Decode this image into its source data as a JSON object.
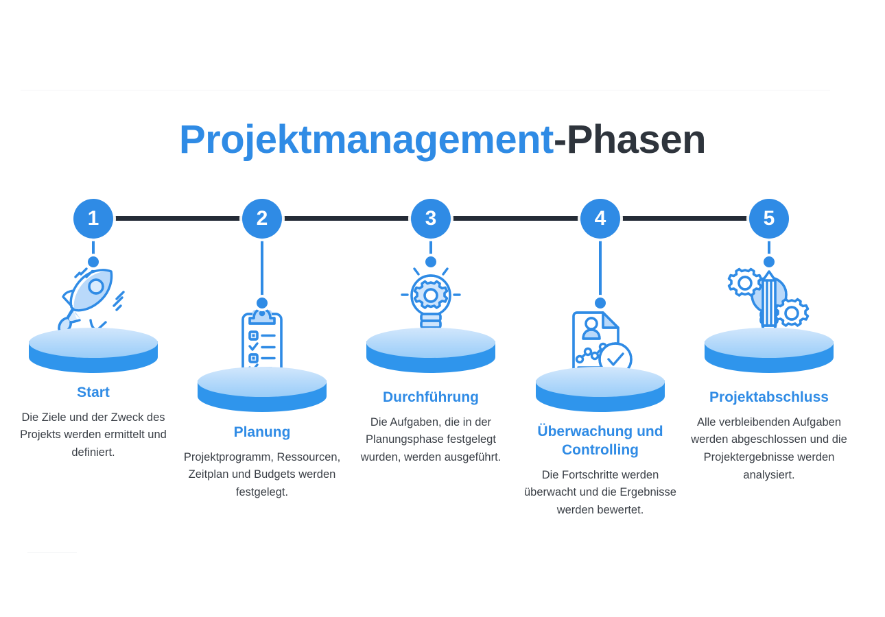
{
  "title": {
    "brand": "Projektmanagement",
    "suffix": "-Phasen"
  },
  "colors": {
    "accent_blue": "#2f8be5",
    "rail_dark": "#242b36",
    "pedestal_side": "#2f95ec",
    "pedestal_top_light": "#d2e7fc",
    "pedestal_top_dark": "#9acdf8",
    "body_text": "#3a3f46",
    "title_suffix": "#2e343c"
  },
  "timeline": {
    "rail_label": "phase-connector-rail",
    "steps": [
      {
        "number": "1",
        "icon": "rocket-icon",
        "heading": "Start",
        "body": "Die Ziele und der Zweck des Projekts werden ermittelt und definiert."
      },
      {
        "number": "2",
        "icon": "clipboard-checklist-icon",
        "heading": "Planung",
        "body": "Projektprogramm, Ressourcen, Zeitplan und Budgets werden festgelegt."
      },
      {
        "number": "3",
        "icon": "lightbulb-gear-icon",
        "heading": "Durchführung",
        "body": "Die Aufgaben, die in der Planungsphase festgelegt wurden, werden ausgeführt."
      },
      {
        "number": "4",
        "icon": "report-magnifier-check-icon",
        "heading": "Überwachung und Controlling",
        "body": "Die Fortschritte werden überwacht und die Ergebnisse werden bewertet."
      },
      {
        "number": "5",
        "icon": "lightbulb-pencil-gears-icon",
        "heading": "Projektabschluss",
        "body": "Alle verbleibenden Aufgaben werden abgeschlossen und die Projektergebnisse werden analysiert."
      }
    ]
  }
}
